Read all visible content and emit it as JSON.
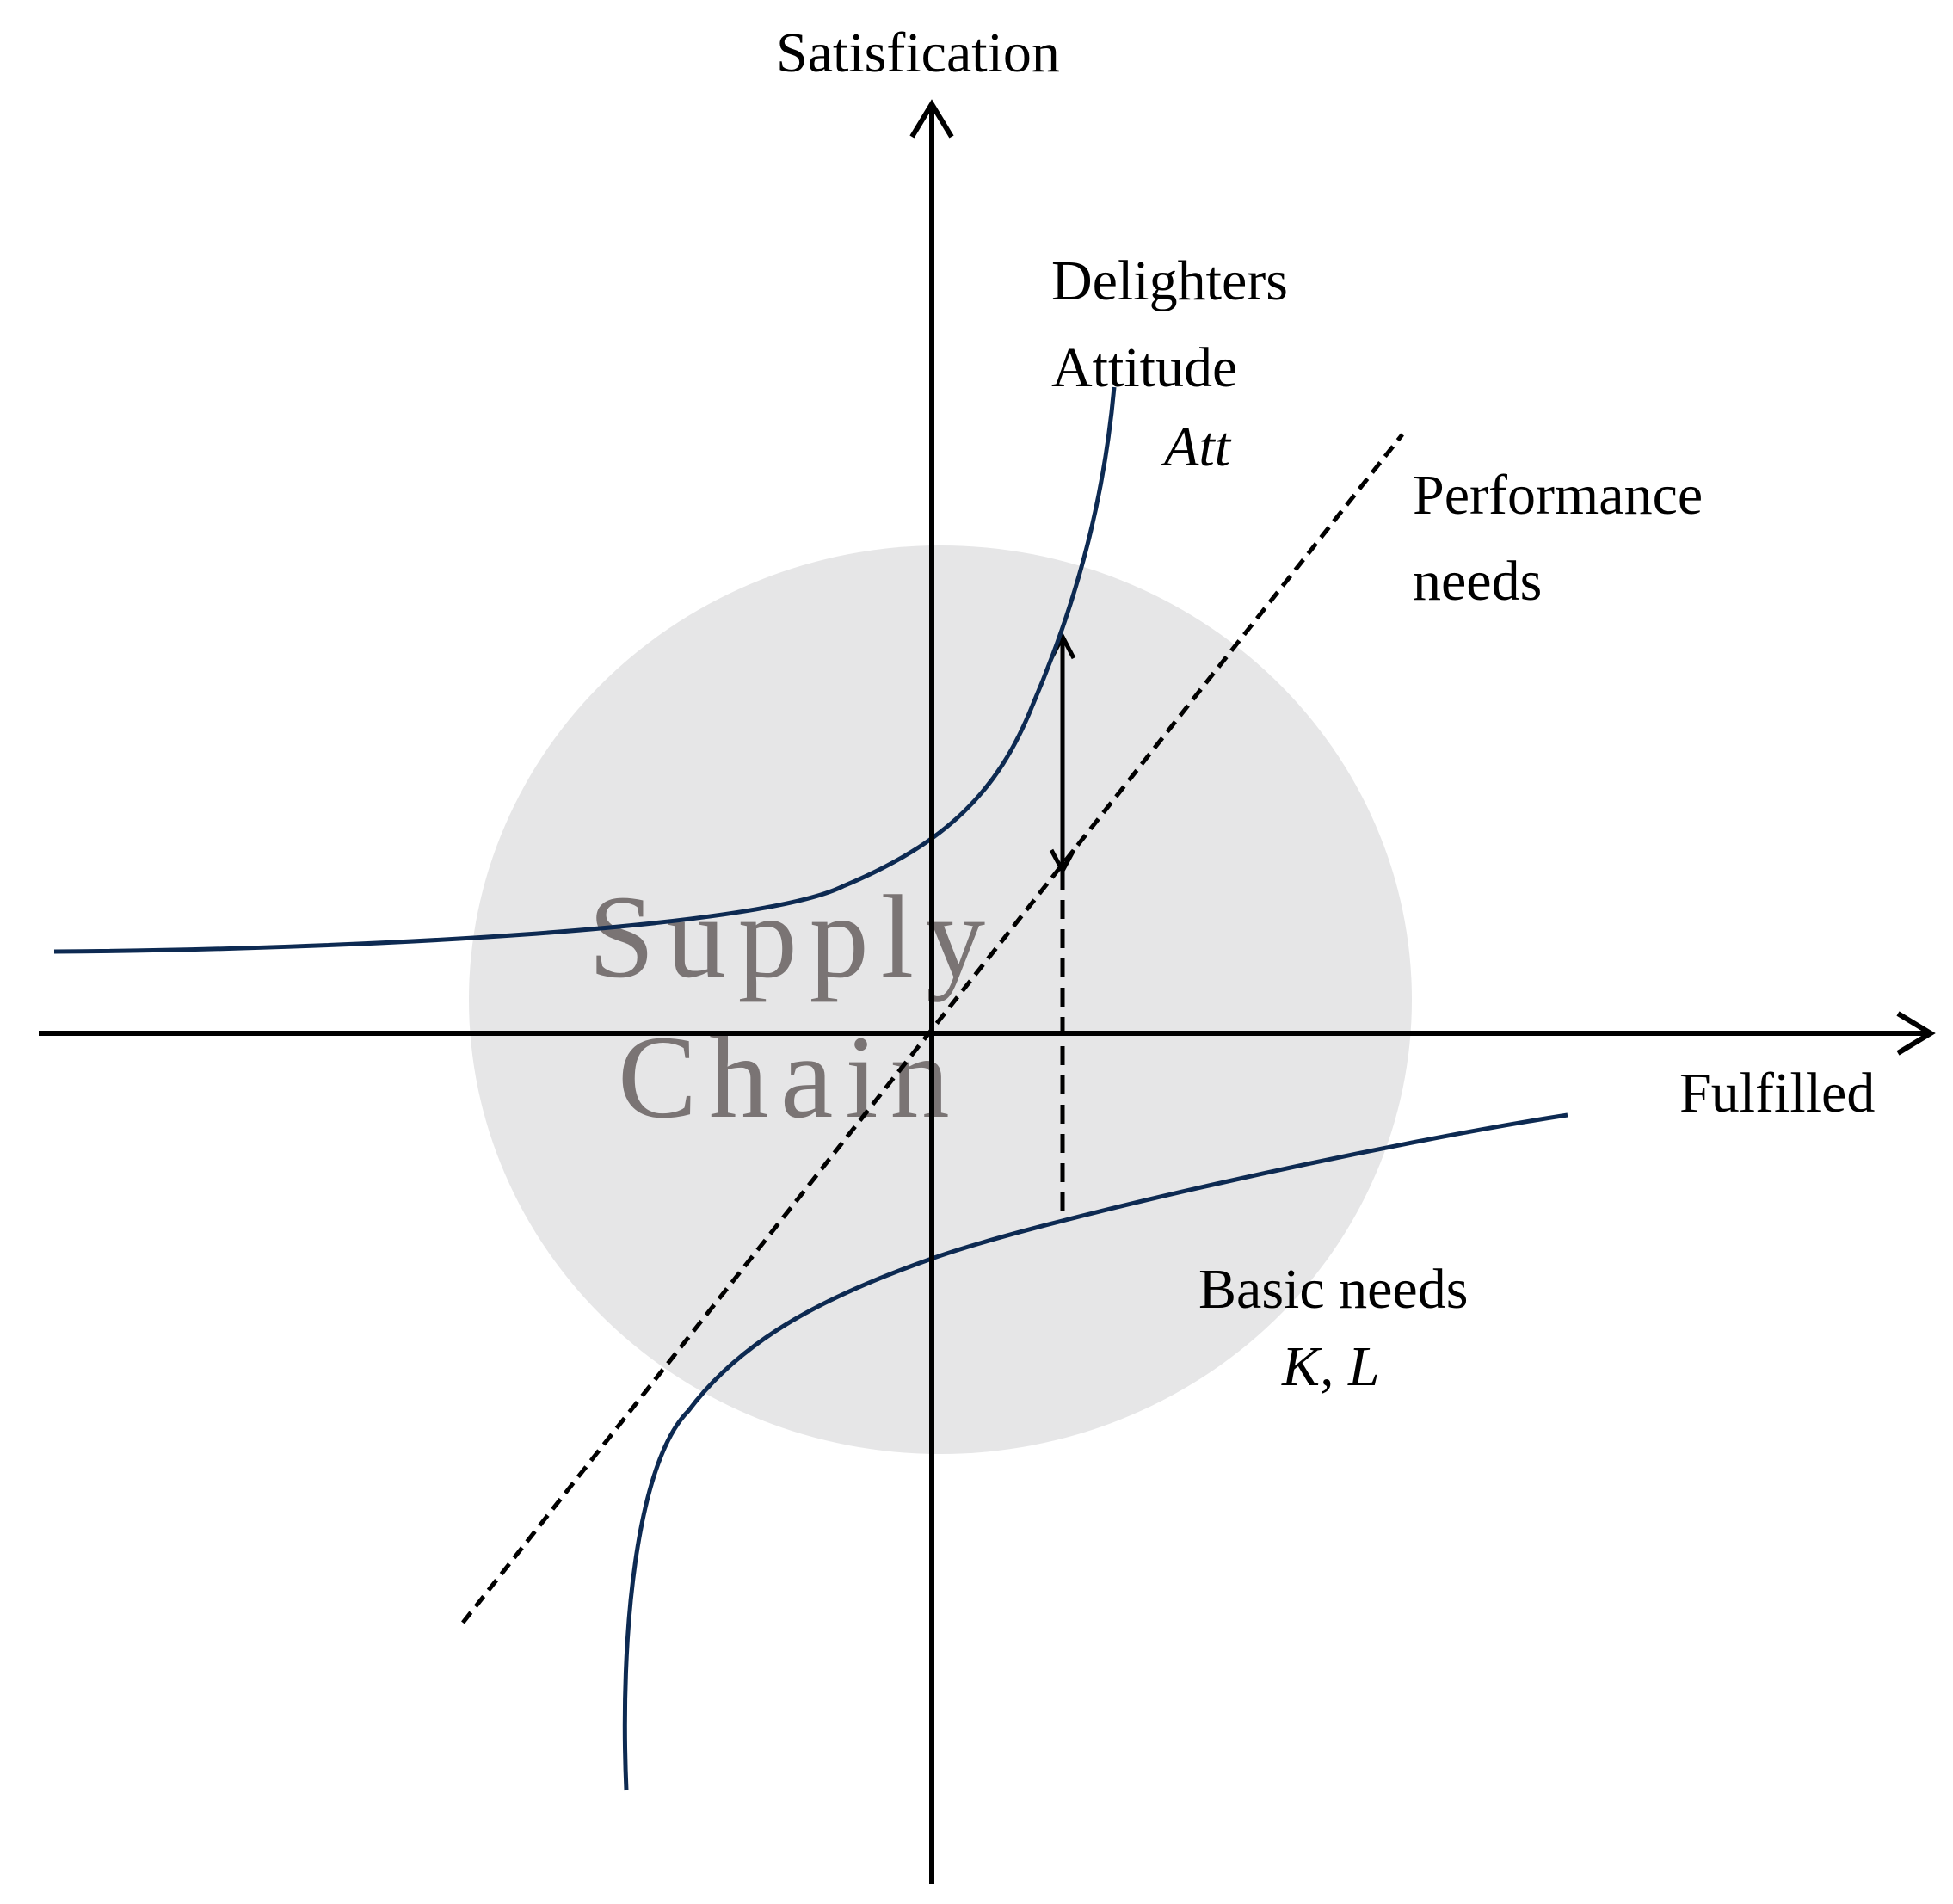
{
  "axes": {
    "y_label": "Satisfication",
    "x_label": "Fulfilled"
  },
  "curves": {
    "delighters": {
      "lines": [
        "Delighters",
        "Attitude"
      ],
      "symbol": "Att"
    },
    "performance": {
      "lines": [
        "Performance",
        "needs"
      ]
    },
    "basic": {
      "lines": [
        "Basic needs"
      ],
      "symbol": "K, L"
    }
  },
  "background": {
    "lines": [
      "Supply",
      "Chain"
    ]
  },
  "colors": {
    "curve": "#0d2a52",
    "axis": "#000000",
    "circle": "#e6e6e7",
    "watermark": "#7a7474"
  }
}
